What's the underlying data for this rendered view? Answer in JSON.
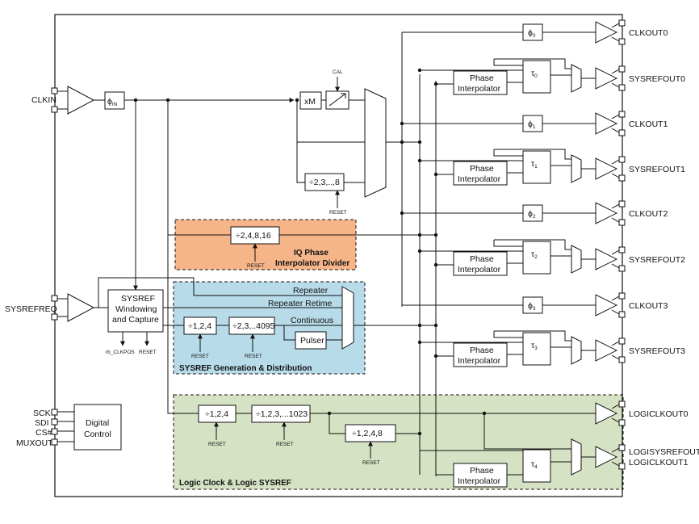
{
  "colors": {
    "iq_region": "#f6b589",
    "sysref_region": "#b8dbe9",
    "logic_region": "#d5e2c4"
  },
  "inputs": {
    "clkin": "CLKIN",
    "sysrefreq": "SYSREFREQ",
    "sck": "SCK",
    "sdi": "SDI",
    "cs": "CS#",
    "muxout": "MUXOUT"
  },
  "blocks": {
    "phi_in": "ϕ",
    "phi_in_sub": "IN",
    "xm": "xM",
    "cal": "CAL",
    "vco_div": "÷2,3,..,8",
    "reset": "RESET",
    "iq_div": "÷2,4,8,16",
    "iq_label_1": "IQ Phase",
    "iq_label_2": "Interpolator Divider",
    "sysref_win_1": "SYSREF",
    "sysref_win_2": "Windowing",
    "sysref_win_3": "and Capture",
    "rb_clkpos": "rb_CLKPOS",
    "repeater": "Repeater",
    "repeater_retime": "Repeater Retime",
    "continuous": "Continuous",
    "pulser": "Pulser",
    "sysref_div1": "÷1,2,4",
    "sysref_div2": "÷2,3,..4095",
    "sysref_label": "SYSREF Generation & Distribution",
    "digital_1": "Digital",
    "digital_2": "Control",
    "logic_div1": "÷1,2,4",
    "logic_div2": "÷1,2,3,...1023",
    "logic_div3": "÷1,2,4,8",
    "logic_label": "Logic Clock & Logic SYSREF",
    "phase_1": "Phase",
    "phase_2": "Interpolator",
    "phi": "ϕ",
    "tau": "τ"
  },
  "outputs": {
    "clkout0": "CLKOUT0",
    "sysrefout0": "SYSREFOUT0",
    "clkout1": "CLKOUT1",
    "sysrefout1": "SYSREFOUT1",
    "clkout2": "CLKOUT2",
    "sysrefout2": "SYSREFOUT2",
    "clkout3": "CLKOUT3",
    "sysrefout3": "SYSREFOUT3",
    "logiclkout0": "LOGICLKOUT0",
    "logisysrefout_1": "LOGISYSREFOUT /",
    "logisysrefout_2": "LOGICLKOUT1"
  },
  "subscripts": {
    "s0": "0",
    "s1": "1",
    "s2": "2",
    "s3": "3",
    "s4": "4"
  }
}
